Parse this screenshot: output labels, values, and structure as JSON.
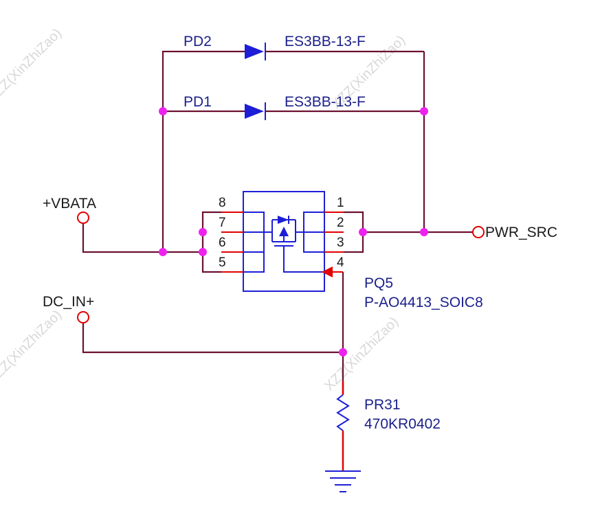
{
  "watermark": "XZZ(XinZhiZao)",
  "colors": {
    "wire": "#6b1030",
    "component": "#1d1ed6",
    "pin": "#e00000",
    "junction": "#ee22ee",
    "ref_text": "#1b1f8a"
  },
  "nets": {
    "vbata": "+VBATA",
    "dc_in": "DC_IN+",
    "pwr_src": "PWR_SRC"
  },
  "components": {
    "pd2": {
      "ref": "PD2",
      "value": "ES3BB-13-F"
    },
    "pd1": {
      "ref": "PD1",
      "value": "ES3BB-13-F"
    },
    "pq5": {
      "ref": "PQ5",
      "value": "P-AO4413_SOIC8",
      "pins": {
        "p1": "1",
        "p2": "2",
        "p3": "3",
        "p4": "4",
        "p5": "5",
        "p6": "6",
        "p7": "7",
        "p8": "8"
      }
    },
    "pr31": {
      "ref": "PR31",
      "value": "470KR0402"
    }
  }
}
